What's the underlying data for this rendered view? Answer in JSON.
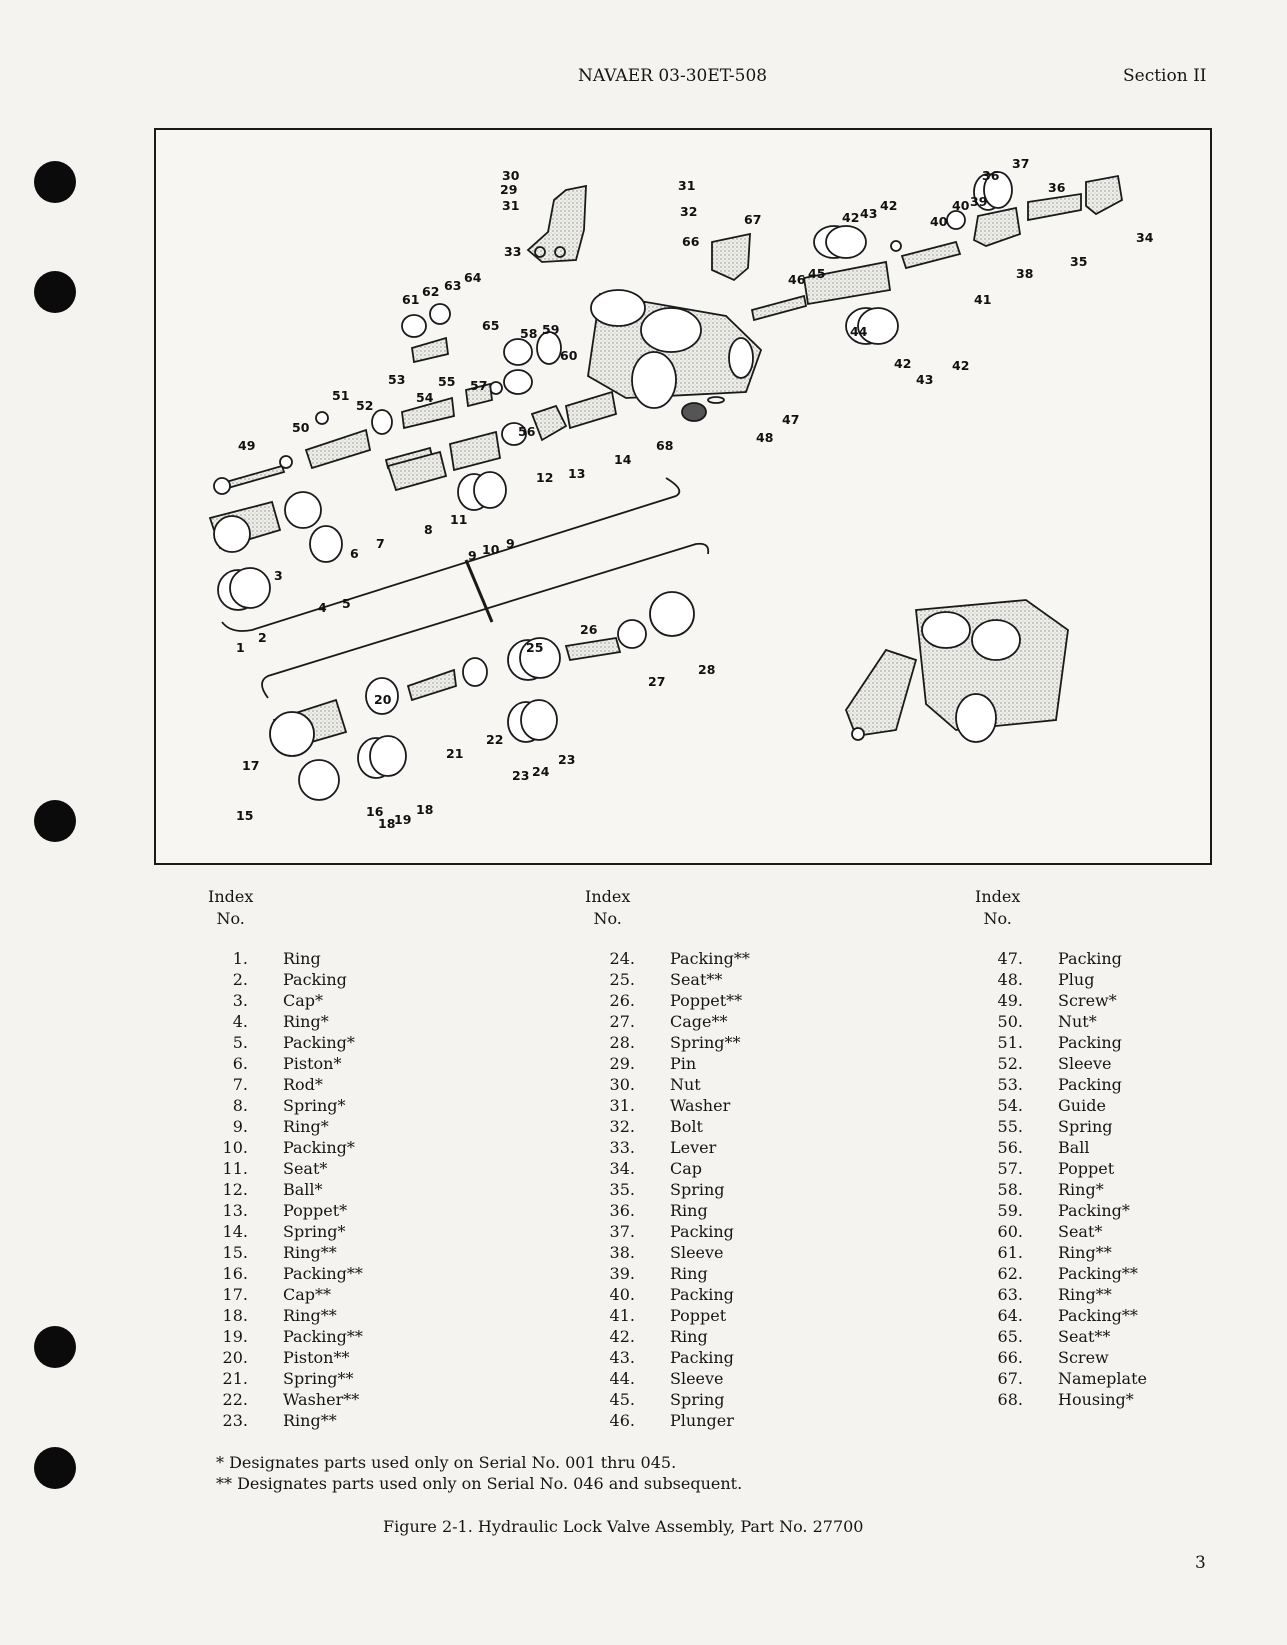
{
  "header": {
    "doc_number": "NAVAER 03-30ET-508",
    "section": "Section II"
  },
  "figure": {
    "callouts": [
      "1",
      "2",
      "3",
      "4",
      "5",
      "6",
      "7",
      "8",
      "9",
      "10",
      "11",
      "12",
      "13",
      "14",
      "15",
      "16",
      "17",
      "18",
      "19",
      "20",
      "21",
      "22",
      "23",
      "24",
      "25",
      "26",
      "27",
      "28",
      "29",
      "30",
      "31",
      "32",
      "33",
      "34",
      "35",
      "36",
      "37",
      "38",
      "39",
      "40",
      "41",
      "42",
      "43",
      "44",
      "45",
      "46",
      "47",
      "48",
      "49",
      "50",
      "51",
      "52",
      "53",
      "54",
      "55",
      "56",
      "57",
      "58",
      "59",
      "60",
      "61",
      "62",
      "63",
      "64",
      "65",
      "66",
      "67",
      "68"
    ]
  },
  "index_table": {
    "column_header_line1": "Index",
    "column_header_line2": "No.",
    "columns": [
      [
        {
          "no": "1.",
          "name": "Ring"
        },
        {
          "no": "2.",
          "name": "Packing"
        },
        {
          "no": "3.",
          "name": "Cap*"
        },
        {
          "no": "4.",
          "name": "Ring*"
        },
        {
          "no": "5.",
          "name": "Packing*"
        },
        {
          "no": "6.",
          "name": "Piston*"
        },
        {
          "no": "7.",
          "name": "Rod*"
        },
        {
          "no": "8.",
          "name": "Spring*"
        },
        {
          "no": "9.",
          "name": "Ring*"
        },
        {
          "no": "10.",
          "name": "Packing*"
        },
        {
          "no": "11.",
          "name": "Seat*"
        },
        {
          "no": "12.",
          "name": "Ball*"
        },
        {
          "no": "13.",
          "name": "Poppet*"
        },
        {
          "no": "14.",
          "name": "Spring*"
        },
        {
          "no": "15.",
          "name": "Ring**"
        },
        {
          "no": "16.",
          "name": "Packing**"
        },
        {
          "no": "17.",
          "name": "Cap**"
        },
        {
          "no": "18.",
          "name": "Ring**"
        },
        {
          "no": "19.",
          "name": "Packing**"
        },
        {
          "no": "20.",
          "name": "Piston**"
        },
        {
          "no": "21.",
          "name": "Spring**"
        },
        {
          "no": "22.",
          "name": "Washer**"
        },
        {
          "no": "23.",
          "name": "Ring**"
        }
      ],
      [
        {
          "no": "24.",
          "name": "Packing**"
        },
        {
          "no": "25.",
          "name": "Seat**"
        },
        {
          "no": "26.",
          "name": "Poppet**"
        },
        {
          "no": "27.",
          "name": "Cage**"
        },
        {
          "no": "28.",
          "name": "Spring**"
        },
        {
          "no": "29.",
          "name": "Pin"
        },
        {
          "no": "30.",
          "name": "Nut"
        },
        {
          "no": "31.",
          "name": "Washer"
        },
        {
          "no": "32.",
          "name": "Bolt"
        },
        {
          "no": "33.",
          "name": "Lever"
        },
        {
          "no": "34.",
          "name": "Cap"
        },
        {
          "no": "35.",
          "name": "Spring"
        },
        {
          "no": "36.",
          "name": "Ring"
        },
        {
          "no": "37.",
          "name": "Packing"
        },
        {
          "no": "38.",
          "name": "Sleeve"
        },
        {
          "no": "39.",
          "name": "Ring"
        },
        {
          "no": "40.",
          "name": "Packing"
        },
        {
          "no": "41.",
          "name": "Poppet"
        },
        {
          "no": "42.",
          "name": "Ring"
        },
        {
          "no": "43.",
          "name": "Packing"
        },
        {
          "no": "44.",
          "name": "Sleeve"
        },
        {
          "no": "45.",
          "name": "Spring"
        },
        {
          "no": "46.",
          "name": "Plunger"
        }
      ],
      [
        {
          "no": "47.",
          "name": "Packing"
        },
        {
          "no": "48.",
          "name": "Plug"
        },
        {
          "no": "49.",
          "name": "Screw*"
        },
        {
          "no": "50.",
          "name": "Nut*"
        },
        {
          "no": "51.",
          "name": "Packing"
        },
        {
          "no": "52.",
          "name": "Sleeve"
        },
        {
          "no": "53.",
          "name": "Packing"
        },
        {
          "no": "54.",
          "name": "Guide"
        },
        {
          "no": "55.",
          "name": "Spring"
        },
        {
          "no": "56.",
          "name": "Ball"
        },
        {
          "no": "57.",
          "name": "Poppet"
        },
        {
          "no": "58.",
          "name": "Ring*"
        },
        {
          "no": "59.",
          "name": "Packing*"
        },
        {
          "no": "60.",
          "name": "Seat*"
        },
        {
          "no": "61.",
          "name": "Ring**"
        },
        {
          "no": "62.",
          "name": "Packing**"
        },
        {
          "no": "63.",
          "name": "Ring**"
        },
        {
          "no": "64.",
          "name": "Packing**"
        },
        {
          "no": "65.",
          "name": "Seat**"
        },
        {
          "no": "66.",
          "name": "Screw"
        },
        {
          "no": "67.",
          "name": "Nameplate"
        },
        {
          "no": "68.",
          "name": "Housing*"
        }
      ]
    ]
  },
  "notes": {
    "single_star": "*  Designates parts used only on Serial No. 001 thru 045.",
    "double_star": "** Designates parts used only on Serial No. 046 and subsequent."
  },
  "caption": "Figure 2-1.  Hydraulic Lock Valve Assembly, Part No. 27700",
  "page_number": "3"
}
